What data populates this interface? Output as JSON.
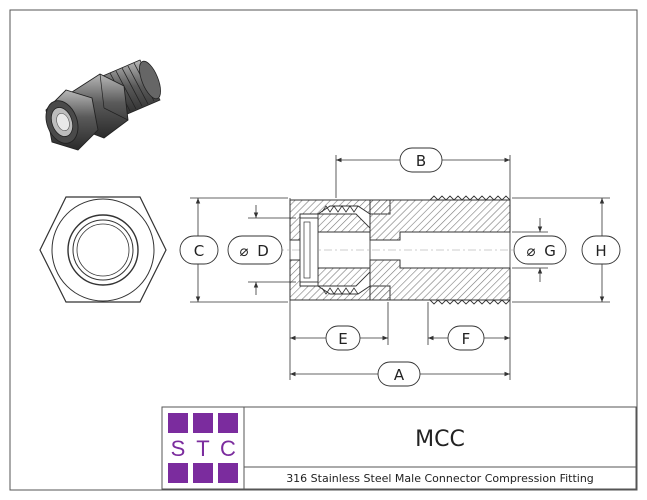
{
  "dimensions": {
    "A": "A",
    "B": "B",
    "C": "C",
    "D": "D",
    "E": "E",
    "F": "F",
    "G": "G",
    "H": "H",
    "diameter_symbol": "⌀"
  },
  "title_block": {
    "logo_letters": [
      "S",
      "T",
      "C"
    ],
    "part_code": "MCC",
    "description": "316 Stainless Steel Male Connector Compression Fitting"
  },
  "colors": {
    "brand_purple": "#7b2c9e",
    "hatch": "#7a7a7a",
    "line": "#333333"
  }
}
